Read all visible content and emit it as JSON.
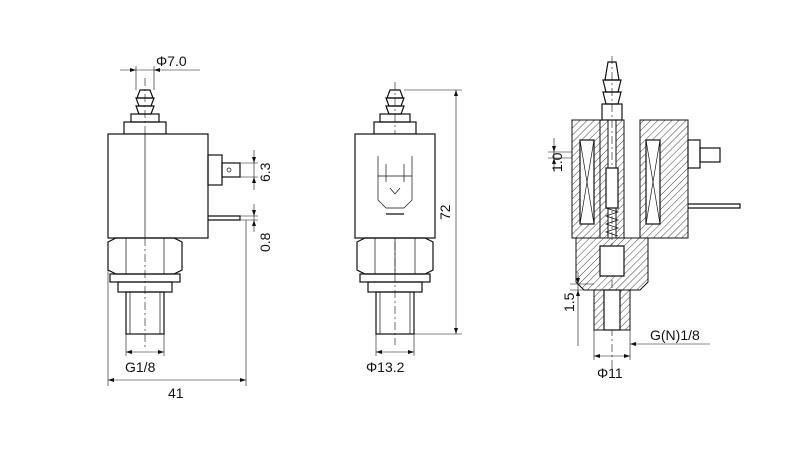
{
  "views": {
    "front": {
      "dim_top": "Φ7.0",
      "dim_terminal": "6.3",
      "dim_tab": "0.8",
      "dim_thread": "G1/8",
      "dim_width": "41"
    },
    "side": {
      "dim_height": "72",
      "dim_diameter": "Φ13.2"
    },
    "section": {
      "dim_gap": "1.0",
      "dim_thread_len": "1.5",
      "dim_thread": "G(N)1/8",
      "dim_diameter": "Φ11"
    }
  }
}
